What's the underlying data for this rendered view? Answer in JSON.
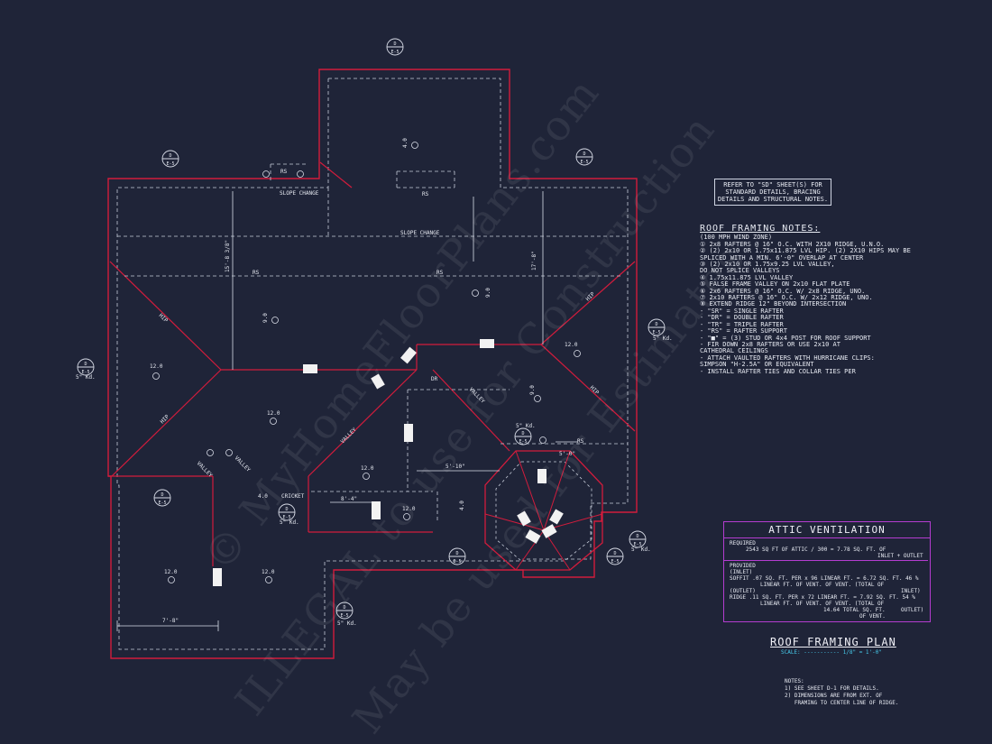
{
  "watermarks": [
    "© MyHomeFloorPlans.com",
    "ILLEGAL to use for Construction",
    "May be used for Estimates"
  ],
  "structural_note": "REFER TO \"SD\" SHEET(S) FOR STANDARD DETAILS, BRACING DETAILS AND STRUCTURAL NOTES.",
  "framing_notes": {
    "title": "ROOF FRAMING NOTES:",
    "items": [
      "(100 MPH WIND ZONE)",
      "① 2x8 RAFTERS @ 16\" O.C. WITH 2X10 RIDGE, U.N.O.",
      "② (2) 2x10 OR 1.75x11.875 LVL HIP. (2) 2X10 HIPS MAY BE",
      "   SPLICED WITH A MIN. 6'-0\" OVERLAP AT CENTER",
      "③ (2) 2x10 OR 1.75x9.25 LVL VALLEY,",
      "   DO NOT SPLICE VALLEYS",
      "④ 1.75x11.875 LVL VALLEY",
      "⑤ FALSE FRAME VALLEY ON 2x10 FLAT PLATE",
      "⑥ 2x6 RAFTERS @ 16\" O.C. W/ 2x8 RIDGE, UNO.",
      "⑦ 2x10 RAFTERS @ 16\" O.C. W/ 2x12 RIDGE, UNO.",
      "⑧ EXTEND RIDGE 12\" BEYOND INTERSECTION",
      "- \"SR\" = SINGLE RAFTER",
      "- \"DR\" = DOUBLE RAFTER",
      "- \"TR\" = TRIPLE RAFTER",
      "- \"RS\" = RAFTER SUPPORT",
      "- \"■\" = (3) STUD OR 4x4 POST FOR ROOF SUPPORT",
      "- FIR DOWN 2x8 RAFTERS OR USE 2x10 AT",
      "  CATHEDRAL CEILINGS",
      "- ATTACH VAULTED RAFTERS WITH HURRICANE CLIPS:",
      "  SIMPSON \"H-2.5A\" OR EQUIVALENT",
      "- INSTALL RAFTER TIES AND COLLAR TIES PER"
    ]
  },
  "attic": {
    "title": "ATTIC VENTILATION",
    "required_label": "REQUIRED",
    "required_row": "2543  SQ FT OF ATTIC / 300 =  7.78   SQ. FT. OF",
    "required_row2": "INLET + OUTLET",
    "provided_label": "PROVIDED",
    "inlet_row": "(INLET)",
    "soffit_row": "SOFFIT  .07  SQ. FT. PER x  96  LINEAR FT. =  6.72  SQ. FT.   46 %",
    "soffit_row2": "LINEAR FT. OF VENT.     OF VENT.  (TOTAL OF",
    "soffit_row3": "INLET)",
    "outlet_row": "(OUTLET)",
    "ridge_row": "RIDGE  .11  SQ. FT. PER x  72  LINEAR FT. =  7.92  SQ. FT.   54 %",
    "ridge_row2": "LINEAR FT. OF VENT.     OF VENT.  (TOTAL OF",
    "ridge_row3": "OUTLET)",
    "total_row": "14.64  TOTAL SQ. FT.",
    "total_row2": "OF VENT."
  },
  "plan_title": "ROOF FRAMING PLAN",
  "scale": "SCALE: ----------- 1/8\" = 1'-0\"",
  "footnotes": "NOTES:\n1) SEE SHEET D-1 FOR DETAILS.\n2) DIMENSIONS ARE FROM EXT. OF\n   FRAMING TO CENTER LINE OF RIDGE.",
  "labels": {
    "rs": "RS",
    "slope_change": "SLOPE CHANGE",
    "dr": "DR",
    "valley": "VALLEY",
    "hip": "HIP",
    "cricket": "CRICKET",
    "pitch_12": "12.0",
    "pitch_9": "9.0",
    "pitch_4": "4.0",
    "dim_1": "5'-10\"",
    "dim_2": "5'-0\"",
    "dim_3": "8'-4\"",
    "dim_4": "7'-8\"",
    "dim_5": "17'-8\"",
    "dim_6": "15'-8 3/8\"",
    "detail_d": "D",
    "detail_e": "E-5",
    "knee": "5\" Kd."
  },
  "colors": {
    "background": "#1f2438",
    "wall": "#d21c3c",
    "dashed": "#c5cbd8",
    "accent": "#b43cd0",
    "scale": "#45c8e8"
  }
}
